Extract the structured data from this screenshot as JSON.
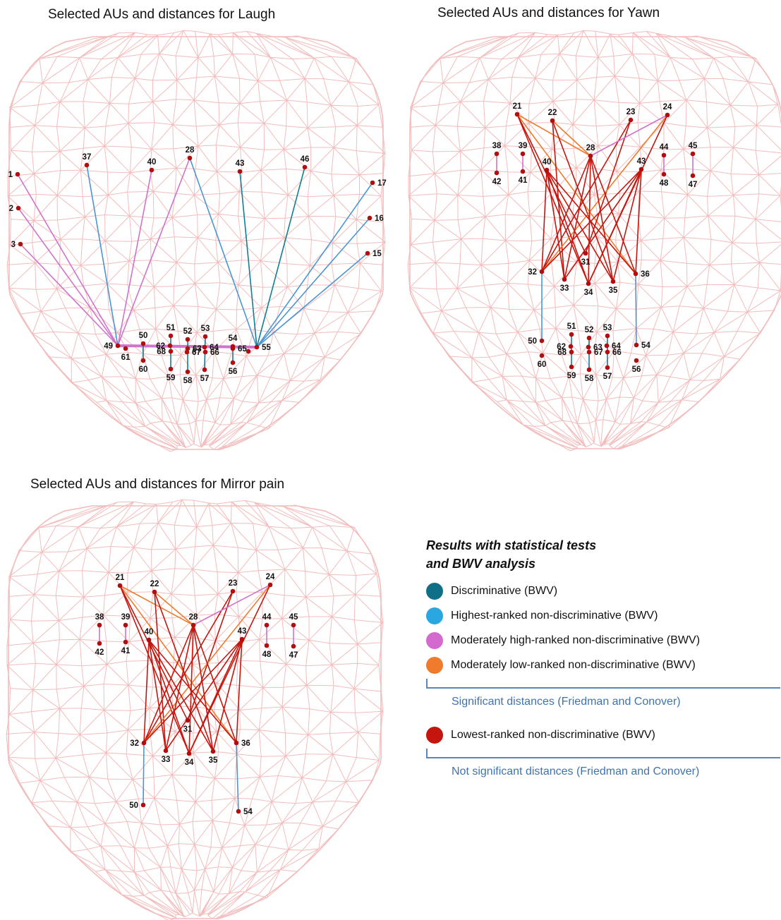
{
  "panels": [
    {
      "title": "Selected AUs and distances for Laugh",
      "points": {
        "1": [
          25,
          247
        ],
        "2": [
          26,
          295
        ],
        "3": [
          29,
          346
        ],
        "37": [
          123,
          234
        ],
        "40": [
          215,
          241
        ],
        "28": [
          269,
          224
        ],
        "43": [
          340,
          243
        ],
        "46": [
          432,
          237
        ],
        "17": [
          528,
          259
        ],
        "16": [
          524,
          309
        ],
        "15": [
          521,
          359
        ],
        "49": [
          167,
          490
        ],
        "61": [
          178,
          494
        ],
        "50": [
          203,
          487
        ],
        "60": [
          203,
          511
        ],
        "51": [
          242,
          476
        ],
        "62": [
          241,
          490
        ],
        "68": [
          242,
          498
        ],
        "59": [
          242,
          523
        ],
        "52": [
          266,
          481
        ],
        "63": [
          266,
          494
        ],
        "67": [
          265,
          499
        ],
        "58": [
          266,
          527
        ],
        "53": [
          291,
          477
        ],
        "64": [
          290,
          492
        ],
        "66": [
          291,
          499
        ],
        "57": [
          290,
          524
        ],
        "54": [
          330,
          491
        ],
        "65": [
          330,
          494
        ],
        "56": [
          330,
          514
        ],
        "55": [
          364,
          492
        ],
        "x55": [
          352,
          498
        ]
      },
      "labels": {
        "1": "l",
        "2": "l",
        "3": "l",
        "37": "t",
        "40": "t",
        "28": "t",
        "43": "t",
        "46": "t",
        "17": "r",
        "16": "r",
        "15": "r",
        "49": "l",
        "61": "b",
        "50": "t",
        "60": "b",
        "51": "t",
        "62": "l",
        "68": "l",
        "59": "b",
        "52": "t",
        "63": "r",
        "67": "r",
        "58": "b",
        "53": "t",
        "64": "r",
        "66": "r",
        "57": "b",
        "54": "t",
        "65": "r",
        "56": "b",
        "55": "r",
        "x55": "none"
      },
      "edges": [
        [
          "1",
          "49",
          "moderately_high"
        ],
        [
          "2",
          "49",
          "moderately_high"
        ],
        [
          "3",
          "49",
          "moderately_high"
        ],
        [
          "37",
          "49",
          "highest"
        ],
        [
          "40",
          "49",
          "moderately_high"
        ],
        [
          "28",
          "49",
          "moderately_high"
        ],
        [
          "28",
          "55",
          "highest"
        ],
        [
          "43",
          "55",
          "discriminative"
        ],
        [
          "46",
          "55",
          "discriminative"
        ],
        [
          "17",
          "55",
          "highest"
        ],
        [
          "16",
          "55",
          "highest"
        ],
        [
          "15",
          "55",
          "highest"
        ],
        [
          "49",
          "55",
          "moderately_high"
        ],
        [
          "50",
          "60",
          "discriminative"
        ],
        [
          "51",
          "59",
          "discriminative"
        ],
        [
          "52",
          "58",
          "discriminative"
        ],
        [
          "53",
          "57",
          "discriminative"
        ],
        [
          "54",
          "56",
          "discriminative"
        ]
      ]
    },
    {
      "title": "Selected AUs and distances for Yawn",
      "points": {
        "21": [
          733,
          162
        ],
        "22": [
          783,
          171
        ],
        "23": [
          894,
          170
        ],
        "24": [
          946,
          163
        ],
        "38": [
          704,
          218
        ],
        "42": [
          704,
          245
        ],
        "39": [
          741,
          218
        ],
        "41": [
          741,
          243
        ],
        "28": [
          837,
          221
        ],
        "40": [
          775,
          241
        ],
        "43": [
          909,
          240
        ],
        "44": [
          941,
          220
        ],
        "48": [
          941,
          247
        ],
        "45": [
          982,
          218
        ],
        "47": [
          982,
          249
        ],
        "31": [
          830,
          359
        ],
        "32": [
          768,
          385
        ],
        "33": [
          800,
          396
        ],
        "34": [
          834,
          402
        ],
        "35": [
          869,
          399
        ],
        "36": [
          901,
          388
        ],
        "50": [
          768,
          483
        ],
        "60": [
          768,
          504
        ],
        "51": [
          810,
          474
        ],
        "62": [
          809,
          491
        ],
        "68": [
          810,
          499
        ],
        "59": [
          810,
          520
        ],
        "52": [
          835,
          479
        ],
        "63": [
          834,
          492
        ],
        "67": [
          835,
          499
        ],
        "58": [
          835,
          524
        ],
        "53": [
          861,
          476
        ],
        "64": [
          860,
          490
        ],
        "66": [
          861,
          499
        ],
        "57": [
          861,
          521
        ],
        "54": [
          902,
          489
        ],
        "56": [
          902,
          511
        ]
      },
      "labels": {
        "21": "t",
        "22": "t",
        "23": "t",
        "24": "t",
        "38": "t",
        "42": "b",
        "39": "t",
        "41": "b",
        "28": "t",
        "40": "t",
        "43": "t",
        "44": "t",
        "48": "b",
        "45": "t",
        "47": "b",
        "31": "b",
        "32": "l",
        "33": "b",
        "34": "b",
        "35": "b",
        "36": "r",
        "50": "l",
        "60": "b",
        "51": "t",
        "62": "l",
        "68": "l",
        "59": "b",
        "52": "t",
        "63": "r",
        "67": "r",
        "58": "b",
        "53": "t",
        "64": "r",
        "66": "r",
        "57": "b",
        "54": "r",
        "56": "b"
      },
      "edges": [
        [
          "38",
          "42",
          "moderately_high"
        ],
        [
          "39",
          "41",
          "moderately_high"
        ],
        [
          "44",
          "48",
          "moderately_high"
        ],
        [
          "45",
          "47",
          "moderately_high"
        ],
        [
          "21",
          "28",
          "moderately_low"
        ],
        [
          "21",
          "36",
          "moderately_low"
        ],
        [
          "21",
          "31",
          "lowest"
        ],
        [
          "21",
          "34",
          "lowest"
        ],
        [
          "22",
          "28",
          "moderately_low"
        ],
        [
          "22",
          "33",
          "lowest"
        ],
        [
          "22",
          "35",
          "lowest"
        ],
        [
          "23",
          "32",
          "lowest"
        ],
        [
          "23",
          "31",
          "lowest"
        ],
        [
          "24",
          "28",
          "moderately_high"
        ],
        [
          "24",
          "32",
          "moderately_low"
        ],
        [
          "24",
          "34",
          "lowest"
        ],
        [
          "28",
          "32",
          "lowest"
        ],
        [
          "28",
          "33",
          "lowest"
        ],
        [
          "28",
          "34",
          "lowest"
        ],
        [
          "28",
          "35",
          "lowest"
        ],
        [
          "28",
          "36",
          "lowest"
        ],
        [
          "40",
          "32",
          "lowest"
        ],
        [
          "40",
          "33",
          "lowest"
        ],
        [
          "40",
          "34",
          "lowest"
        ],
        [
          "40",
          "35",
          "lowest"
        ],
        [
          "40",
          "36",
          "lowest"
        ],
        [
          "43",
          "32",
          "lowest"
        ],
        [
          "43",
          "33",
          "lowest"
        ],
        [
          "43",
          "34",
          "lowest"
        ],
        [
          "43",
          "35",
          "lowest"
        ],
        [
          "43",
          "36",
          "lowest"
        ],
        [
          "32",
          "50",
          "highest"
        ],
        [
          "36",
          "54",
          "highest"
        ],
        [
          "51",
          "59",
          "discriminative"
        ],
        [
          "52",
          "58",
          "discriminative"
        ],
        [
          "53",
          "57",
          "discriminative"
        ]
      ]
    },
    {
      "title": "Selected AUs and distances for Mirror pain",
      "points": {
        "21": [
          170,
          830
        ],
        "22": [
          219,
          839
        ],
        "23": [
          330,
          838
        ],
        "24": [
          383,
          829
        ],
        "38": [
          141,
          886
        ],
        "42": [
          141,
          912
        ],
        "39": [
          178,
          886
        ],
        "41": [
          178,
          910
        ],
        "28": [
          274,
          886
        ],
        "40": [
          211,
          907
        ],
        "43": [
          343,
          906
        ],
        "44": [
          378,
          886
        ],
        "48": [
          378,
          915
        ],
        "45": [
          416,
          886
        ],
        "47": [
          416,
          916
        ],
        "31": [
          266,
          1021
        ],
        "32": [
          204,
          1053
        ],
        "33": [
          235,
          1064
        ],
        "34": [
          268,
          1068
        ],
        "35": [
          302,
          1065
        ],
        "36": [
          335,
          1053
        ],
        "50": [
          203,
          1141
        ],
        "54": [
          338,
          1150
        ]
      },
      "labels": {
        "21": "t",
        "22": "t",
        "23": "t",
        "24": "t",
        "38": "t",
        "42": "b",
        "39": "t",
        "41": "b",
        "28": "t",
        "40": "t",
        "43": "t",
        "44": "t",
        "48": "b",
        "45": "t",
        "47": "b",
        "31": "b",
        "32": "l",
        "33": "b",
        "34": "b",
        "35": "b",
        "36": "r",
        "50": "l",
        "54": "r"
      },
      "edges": [
        [
          "38",
          "42",
          "moderately_high"
        ],
        [
          "39",
          "41",
          "moderately_high"
        ],
        [
          "44",
          "48",
          "moderately_high"
        ],
        [
          "45",
          "47",
          "moderately_high"
        ],
        [
          "21",
          "28",
          "moderately_low"
        ],
        [
          "21",
          "36",
          "moderately_low"
        ],
        [
          "21",
          "31",
          "lowest"
        ],
        [
          "21",
          "34",
          "lowest"
        ],
        [
          "22",
          "28",
          "moderately_low"
        ],
        [
          "22",
          "33",
          "lowest"
        ],
        [
          "22",
          "35",
          "lowest"
        ],
        [
          "23",
          "32",
          "lowest"
        ],
        [
          "23",
          "31",
          "lowest"
        ],
        [
          "24",
          "28",
          "moderately_high"
        ],
        [
          "24",
          "32",
          "moderately_low"
        ],
        [
          "24",
          "34",
          "lowest"
        ],
        [
          "28",
          "32",
          "lowest"
        ],
        [
          "28",
          "33",
          "lowest"
        ],
        [
          "28",
          "34",
          "lowest"
        ],
        [
          "28",
          "35",
          "lowest"
        ],
        [
          "28",
          "36",
          "lowest"
        ],
        [
          "40",
          "32",
          "lowest"
        ],
        [
          "40",
          "33",
          "lowest"
        ],
        [
          "40",
          "34",
          "lowest"
        ],
        [
          "40",
          "35",
          "lowest"
        ],
        [
          "40",
          "36",
          "lowest"
        ],
        [
          "43",
          "32",
          "lowest"
        ],
        [
          "43",
          "33",
          "lowest"
        ],
        [
          "43",
          "34",
          "lowest"
        ],
        [
          "43",
          "35",
          "lowest"
        ],
        [
          "43",
          "36",
          "lowest"
        ],
        [
          "32",
          "50",
          "highest"
        ],
        [
          "36",
          "54",
          "highest"
        ]
      ]
    }
  ],
  "legend": {
    "title_line1": "Results with statistical tests",
    "title_line2": "and BWV analysis",
    "items": [
      {
        "key": "discriminative",
        "label": "Discriminative (BWV)",
        "color": "#0f6f87"
      },
      {
        "key": "highest",
        "label": "Highest-ranked non-discriminative (BWV)",
        "color": "#2aa6e0"
      },
      {
        "key": "moderately_high",
        "label": "Moderately high-ranked non-discriminative (BWV)",
        "color": "#d46ad0"
      },
      {
        "key": "moderately_low",
        "label": "Moderately low-ranked non-discriminative (BWV)",
        "color": "#f07b2c"
      }
    ],
    "significant_label": "Significant distances (Friedman and Conover)",
    "lowest": {
      "key": "lowest",
      "label": "Lowest-ranked non-discriminative (BWV)",
      "color": "#c4160e"
    },
    "not_significant_label": "Not significant distances (Friedman and Conover)"
  },
  "colors": {
    "mesh": "#f3bcbc",
    "point": "#b10f0f",
    "discriminative": "#137d92",
    "highest": "#4b95d4",
    "moderately_high": "#cf73cb",
    "moderately_low": "#f07b2c",
    "lowest": "#c4160e"
  }
}
